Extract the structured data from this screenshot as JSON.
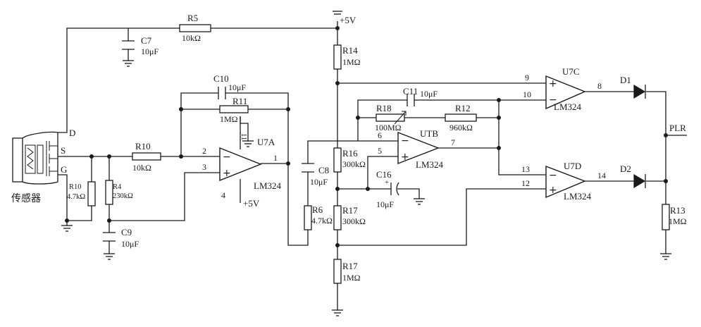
{
  "supply": {
    "label": "+5V"
  },
  "sensor": {
    "caption": "传感器",
    "pins": {
      "d": "D",
      "s": "S",
      "g": "G"
    }
  },
  "output": {
    "label": "PLR"
  },
  "resistors": {
    "r5": {
      "name": "R5",
      "value": "10kΩ"
    },
    "r10": {
      "name": "R10",
      "value": "10kΩ"
    },
    "r10b": {
      "name": "R10",
      "value": "4.7kΩ"
    },
    "r4": {
      "name": "R4",
      "value": "230kΩ"
    },
    "r11": {
      "name": "R11",
      "value": "1MΩ"
    },
    "r14": {
      "name": "R14",
      "value": "1MΩ"
    },
    "r16": {
      "name": "R16",
      "value": "300kΩ"
    },
    "r17a": {
      "name": "R17",
      "value": "300kΩ"
    },
    "r17b": {
      "name": "R17",
      "value": "1MΩ"
    },
    "r18": {
      "name": "R18",
      "value": "100MΩ"
    },
    "r12": {
      "name": "R12",
      "value": "960kΩ"
    },
    "r6": {
      "name": "R6",
      "value": "4.7kΩ"
    },
    "r13": {
      "name": "R13",
      "value": "1MΩ"
    }
  },
  "capacitors": {
    "c7": {
      "name": "C7",
      "value": "10μF"
    },
    "c9": {
      "name": "C9",
      "value": "10μF"
    },
    "c10": {
      "name": "C10",
      "value": "10μF"
    },
    "c11": {
      "name": "C11",
      "value": "10μF"
    },
    "c8": {
      "name": "C8",
      "value": "10μF"
    },
    "c16": {
      "name": "C16",
      "value": "10μF"
    }
  },
  "opamps": {
    "u7a": {
      "name": "U7A",
      "part": "LM324",
      "pins": {
        "inv": "2",
        "noninv": "3",
        "out": "1",
        "vcc": "4"
      },
      "vcc_label": "+5V",
      "top_pin": "11"
    },
    "utb": {
      "name": "UTB",
      "part": "LM324",
      "pins": {
        "inv": "6",
        "noninv": "5",
        "out": "7"
      }
    },
    "u7c": {
      "name": "U7C",
      "part": "LM324",
      "pins": {
        "noninv": "9",
        "inv": "10",
        "out": "8"
      }
    },
    "u7d": {
      "name": "U7D",
      "part": "LM324",
      "pins": {
        "inv": "13",
        "noninv": "12",
        "out": "14"
      }
    }
  },
  "diodes": {
    "d1": {
      "name": "D1"
    },
    "d2": {
      "name": "D2"
    }
  },
  "signs": {
    "minus": "−",
    "plus": "+"
  }
}
